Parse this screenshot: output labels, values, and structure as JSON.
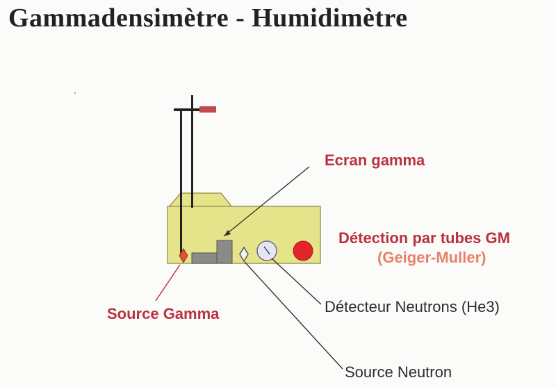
{
  "title": "Gammadensimètre - Humidimètre",
  "labels": {
    "ecran_gamma": "Ecran gamma",
    "detection_gm": "Détection par tubes GM",
    "geiger_muller": "(Geiger-Muller)",
    "source_gamma": "Source Gamma",
    "detecteur_neutrons": "Détecteur Neutrons (He3)",
    "source_neutron": "Source Neutron"
  },
  "colors": {
    "label_red": "#b8333f",
    "label_dark": "#2c2c2c",
    "label_salmon": "#e7826a",
    "body_fill": "#e6e48a",
    "body_stroke": "#9a9a55",
    "gm_tube": "#e0262c",
    "source_marker": "#c8323a",
    "screen_gray": "#8a8a86"
  }
}
